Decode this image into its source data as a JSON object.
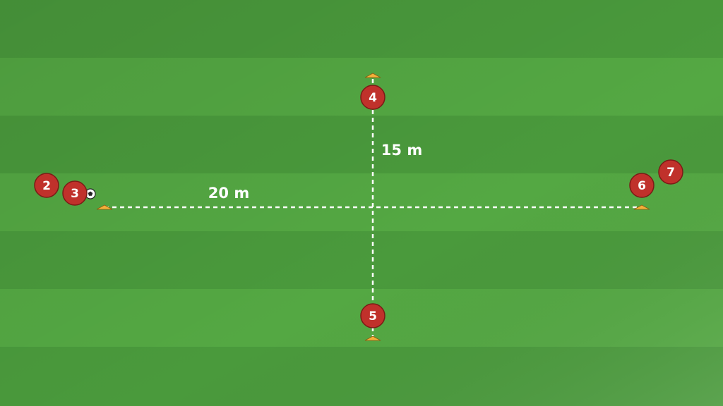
{
  "colors": {
    "stripe_dark": "#4a9a3c",
    "stripe_light": "#54a843",
    "player_fill": "#c0312b",
    "player_stroke": "#7a1b16",
    "cone_fill": "#f2b13a",
    "cone_stroke": "#8a5a10",
    "line": "#ffffff"
  },
  "labels": {
    "horizontal_distance": "20 m",
    "vertical_distance": "15 m"
  },
  "players": {
    "p2": "2",
    "p3": "3",
    "p4": "4",
    "p5": "5",
    "p6": "6",
    "p7": "7"
  },
  "ball": {
    "icon": "soccer-ball-icon",
    "holder": "3"
  }
}
